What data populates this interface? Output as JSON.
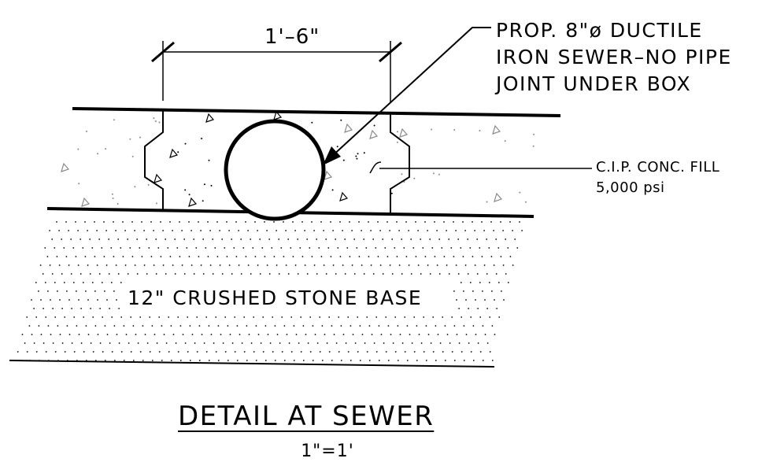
{
  "dimension": {
    "width_label": "1'–6\""
  },
  "callouts": {
    "pipe": {
      "lines": [
        "PROP. 8\"ø DUCTILE",
        "IRON SEWER–NO PIPE",
        "JOINT UNDER BOX"
      ]
    },
    "fill": {
      "lines": [
        "C.I.P. CONC. FILL",
        "5,000 psi"
      ]
    }
  },
  "base": {
    "label": "12\" CRUSHED STONE BASE"
  },
  "title": {
    "text": "DETAIL AT SEWER",
    "scale": "1\"=1'"
  },
  "colors": {
    "line": "#000000",
    "aggregate": "#8a8a8a",
    "background": "#ffffff"
  }
}
